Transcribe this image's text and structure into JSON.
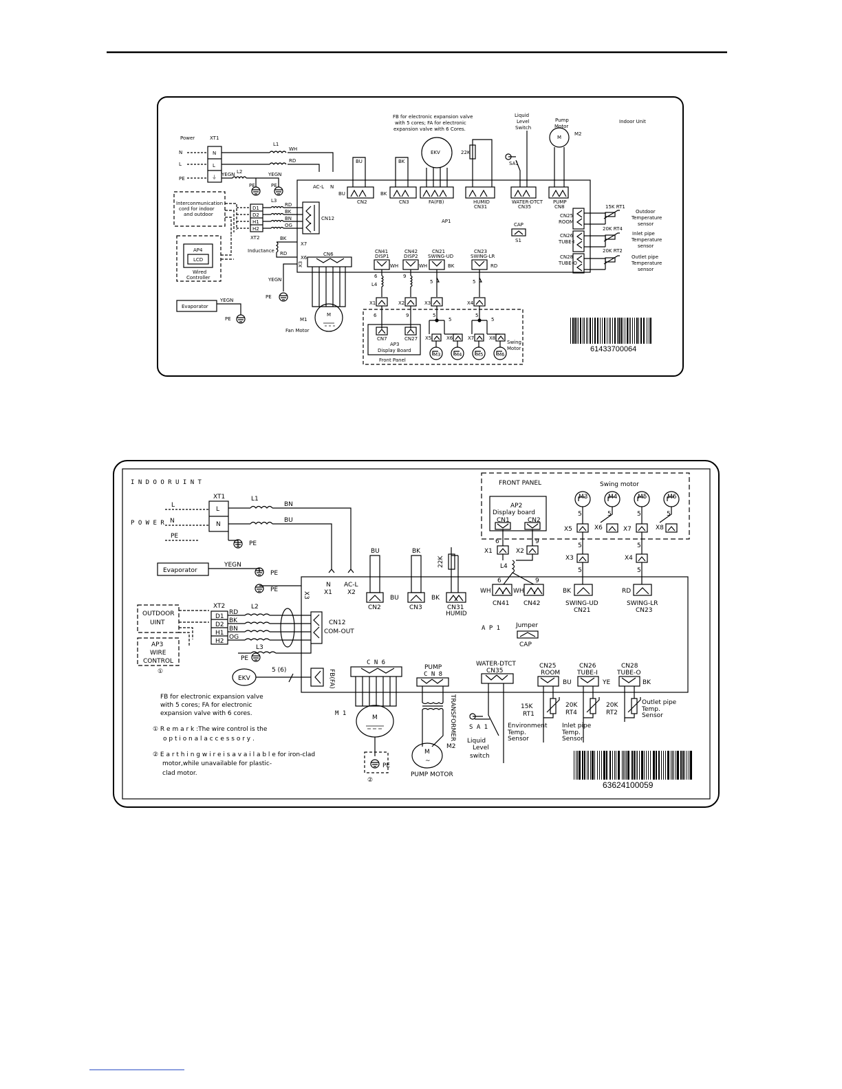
{
  "d1": {
    "power": "Power",
    "xt1": "XT1",
    "n": "N",
    "l": "L",
    "pe": "PE",
    "l1": "L1",
    "l2": "L2",
    "l3": "L3",
    "l4": "L4",
    "wh": "WH",
    "rd": "RD",
    "yegn": "YEGN",
    "bu": "BU",
    "bk": "BK",
    "bn": "BN",
    "og": "OG",
    "note_fb": [
      "FB for electronic expansion valve",
      "with 5 cores; FA for electronic",
      "expansion valve with 6 Cores."
    ],
    "ekv": "EKV",
    "r22k": "22K",
    "liquid": [
      "Liquid",
      "Level",
      "Switch"
    ],
    "sa1": "SA1",
    "pump": [
      "Pump",
      "Motor"
    ],
    "m2": "M2",
    "indoor_unit": "Indoor Unit",
    "acl": "AC-L",
    "cn2": "CN2",
    "cn3": "CN3",
    "fafb": "FA(FB)",
    "humid": [
      "HUMID",
      "CN31"
    ],
    "water": [
      "WATER-DTCT",
      "CN35"
    ],
    "pumpcn": [
      "PUMP",
      "CN8"
    ],
    "interc": [
      "Interconmunication",
      "cord for indoor",
      "and outdoor"
    ],
    "d": [
      "D1",
      "D2",
      "H1",
      "H2"
    ],
    "cn12": "CN12",
    "ap1": "AP1",
    "cap": "CAP",
    "s1": "S1",
    "xt2": "XT2",
    "ap4": "AP4",
    "lcd": "LCD",
    "wired": [
      "Wired",
      "Controller"
    ],
    "inductance": "Inductance",
    "x7": "X7",
    "x6": "X6",
    "x3": "X3",
    "cn6": "CN6",
    "cn41": [
      "CN41",
      "DISP1"
    ],
    "cn42": [
      "CN42",
      "DISP2"
    ],
    "cn21": [
      "CN21",
      "SWING-UD"
    ],
    "cn23": [
      "CN23",
      "SWING-LR"
    ],
    "cn25": [
      "CN25",
      "ROOM"
    ],
    "cn26": [
      "CN26",
      "TUBE-I"
    ],
    "cn28": [
      "CN28",
      "TUBE-O"
    ],
    "rt1": "15K RT1",
    "rt4": "20K RT4",
    "rt2": "20K RT2",
    "s_out": [
      "Outdoor",
      "Temperature",
      "sensor"
    ],
    "s_inlet": [
      "Inlet pipe",
      "Temperature",
      "sensor"
    ],
    "s_outlet": [
      "Outlet pipe",
      "Temperature",
      "sensor"
    ],
    "evaporator": "Evaporator",
    "m1": "M1",
    "fanmotor": "Fan Motor",
    "m": "M",
    "x": [
      "X1",
      "X2",
      "X3",
      "X4",
      "X5",
      "X6",
      "X7",
      "X8"
    ],
    "n6": "6",
    "n9": "9",
    "n5": "5",
    "cn7": "CN7",
    "cn27": "CN27",
    "ap3": "AP3",
    "dispboard": "Display Board",
    "frontpanel": "Front Panel",
    "swingmotor": [
      "Swing",
      "Motor"
    ],
    "mm": [
      "M3",
      "M4",
      "M5",
      "M6"
    ],
    "barcode": "61433700064"
  },
  "d2": {
    "title": "I N D O O R   U I N T",
    "power": "P O W E R",
    "l": "L",
    "n": "N",
    "xt1": "XT1",
    "l1": "L1",
    "bn": "BN",
    "bu": "BU",
    "pe": "PE",
    "evaporator": "Evaporator",
    "yegn": "YEGN",
    "x3": "X3",
    "nx1": [
      "N",
      "X1"
    ],
    "aclx2": [
      "AC-L",
      "X2"
    ],
    "bk": "BK",
    "r22k": "22K",
    "cn2": "CN2",
    "cn3": "CN3",
    "cn31": [
      "CN31",
      "HUMID"
    ],
    "frontpanel": "FRONT PANEL",
    "ap2": [
      "AP2",
      "Display board"
    ],
    "cn1": "CN1",
    "cn2b": "CN2",
    "swingmotor": "Swing motor",
    "mm": [
      "M3",
      "M4",
      "M5",
      "M6"
    ],
    "x": [
      "X1",
      "X2",
      "X3",
      "X4",
      "X5",
      "X6",
      "X7",
      "X8"
    ],
    "n5": "5",
    "n6": "6",
    "n9": "9",
    "l4": "L4",
    "wh": "WH",
    "rd": "RD",
    "ye": "YE",
    "og": "OG",
    "cn41": "CN41",
    "cn42": "CN42",
    "cn21": [
      "SWING-UD",
      "CN21"
    ],
    "cn23": [
      "SWING-LR",
      "CN23"
    ],
    "outdoor": [
      "OUTDOOR",
      "UINT"
    ],
    "xt2": "XT2",
    "d": [
      "D1",
      "D2",
      "H1",
      "H2"
    ],
    "l2": "L2",
    "l3": "L3",
    "cn12": [
      "CN12",
      "COM-OUT"
    ],
    "ap3": [
      "AP3",
      "WIRE",
      "CONTROL"
    ],
    "circ1": "①",
    "circ2": "②",
    "ap1": "A P 1",
    "jumper": "Jumper",
    "cap": "CAP",
    "ekv": "EKV",
    "cores": "5 (6)",
    "fbfa": "FB(FA)",
    "cn6": "C N 6",
    "pump": [
      "PUMP",
      "C N 8"
    ],
    "water": [
      "WATER-DTCT",
      "CN35"
    ],
    "cn25": [
      "CN25",
      "ROOM"
    ],
    "cn26": [
      "CN26",
      "TUBE-I"
    ],
    "cn28": [
      "CN28",
      "TUBE-O"
    ],
    "m1": "M 1",
    "m": "M",
    "m2": "M2",
    "transformer": "TRANSFORMER",
    "sa1": "S A 1",
    "liquid": [
      "Liquid",
      "Level",
      "switch"
    ],
    "pumpmotor": "PUMP MOTOR",
    "rt1": [
      "15K",
      "RT1"
    ],
    "rt4": [
      "20K",
      "RT4"
    ],
    "rt2": [
      "20K",
      "RT2"
    ],
    "env": [
      "Environment",
      "Temp.",
      "Sensor"
    ],
    "inlet": [
      "Inlet pipe",
      "Temp.",
      "Sensor"
    ],
    "outlet": [
      "Outlet pipe",
      "Temp.",
      "Sensor"
    ],
    "note1": [
      "FB for electronic expansion valve",
      "with 5 cores; FA for electronic",
      "expansion valve with 6 cores."
    ],
    "remark1": [
      "① R e m a r k :The wire control is the",
      "o p t i o n a l a c c e s s o r y ."
    ],
    "remark2": [
      "② E a r t h i n g  w i r e  i s  a v a i l a b l e  for iron-clad",
      "motor,while unavailable  for  plastic-",
      "clad  motor."
    ],
    "barcode": "63624100059"
  }
}
